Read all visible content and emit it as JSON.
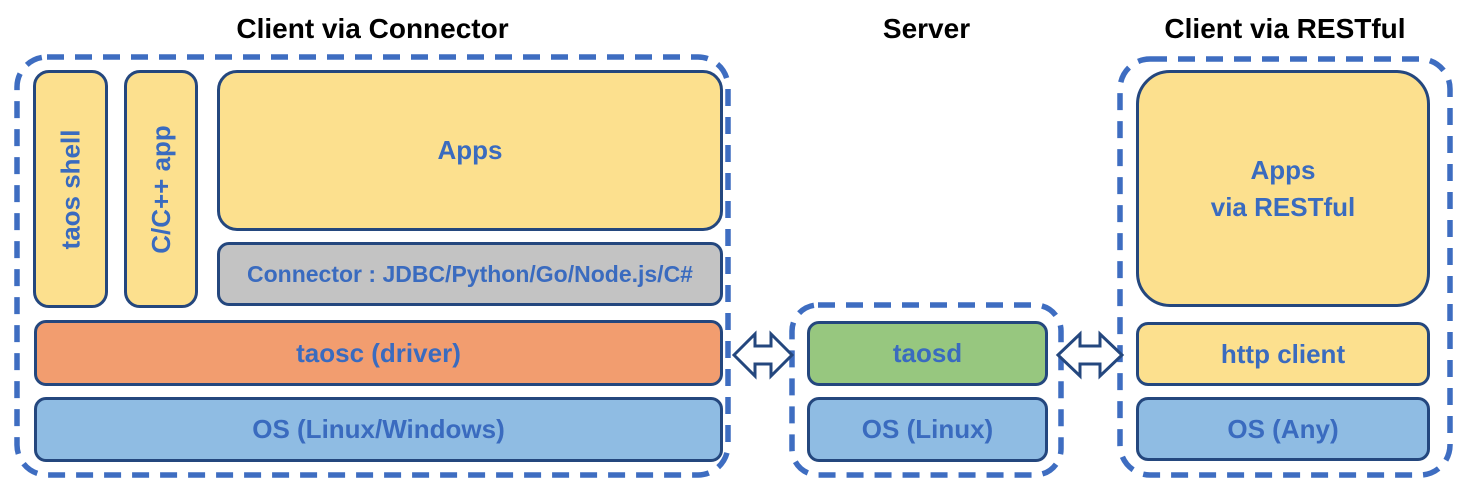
{
  "colors": {
    "dashed_border_blue": "#3E6DC1",
    "box_border_navy": "#24477E",
    "label_blue": "#3A6BBF",
    "title_black": "#000000",
    "box_yellow": "#FCE08E",
    "box_gray": "#C3C3C3",
    "box_orange": "#F29D6F",
    "box_os_blue": "#8FBCE3",
    "box_green": "#97C77F",
    "arrow_fill_white": "#FFFFFF"
  },
  "sections": {
    "client_connector": {
      "title": "Client via Connector",
      "boxes": {
        "taos_shell": "taos shell",
        "c_cpp_app": "C/C++ app",
        "apps": "Apps",
        "connector": "Connector : JDBC/Python/Go/Node.js/C#",
        "taosc": "taosc (driver)",
        "os": "OS (Linux/Windows)"
      }
    },
    "server": {
      "title": "Server",
      "boxes": {
        "taosd": "taosd",
        "os": "OS (Linux)"
      }
    },
    "client_restful": {
      "title": "Client via RESTful",
      "boxes": {
        "apps_line1": "Apps",
        "apps_line2": "via RESTful",
        "http_client": "http client",
        "os": "OS (Any)"
      }
    }
  },
  "icons": {
    "left_arrow": "double-headed-arrow",
    "right_arrow": "double-headed-arrow"
  }
}
